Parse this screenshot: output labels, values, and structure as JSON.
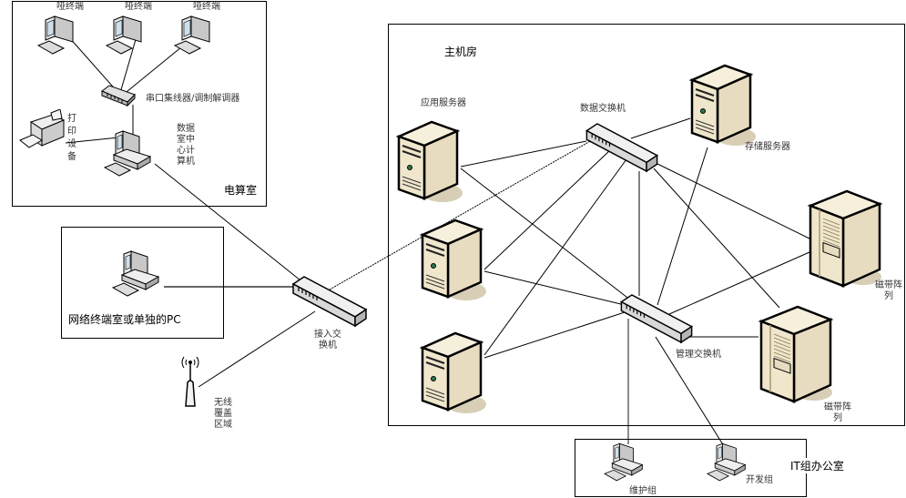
{
  "diagram": {
    "rooms": {
      "computer_room": "电算室",
      "terminal_room": "网络终端室或单独的PC",
      "host_room": "主机房",
      "it_office": "IT组办公室"
    },
    "devices": {
      "dumb_terminal_1": "哑终端",
      "dumb_terminal_2": "哑终端",
      "dumb_terminal_3": "哑终端",
      "serial_hub": "串口集线器/调制解调器",
      "printer": "打印设备",
      "data_center_pc": "数据室中心计算机",
      "access_switch": "接入交换机",
      "wireless": "无线覆盖区域",
      "app_server": "应用服务器",
      "data_switch": "数据交换机",
      "storage_server": "存储服务器",
      "tape_array_1": "磁带阵列",
      "tape_array_2": "磁带阵列",
      "mgmt_switch": "管理交换机",
      "maintenance_group": "维护组",
      "dev_group": "开发组"
    },
    "colors": {
      "server_body": "#e8dcc0",
      "server_shadow": "#b8a57a",
      "switch_body": "#e6e6e6",
      "outline": "#000000"
    }
  }
}
